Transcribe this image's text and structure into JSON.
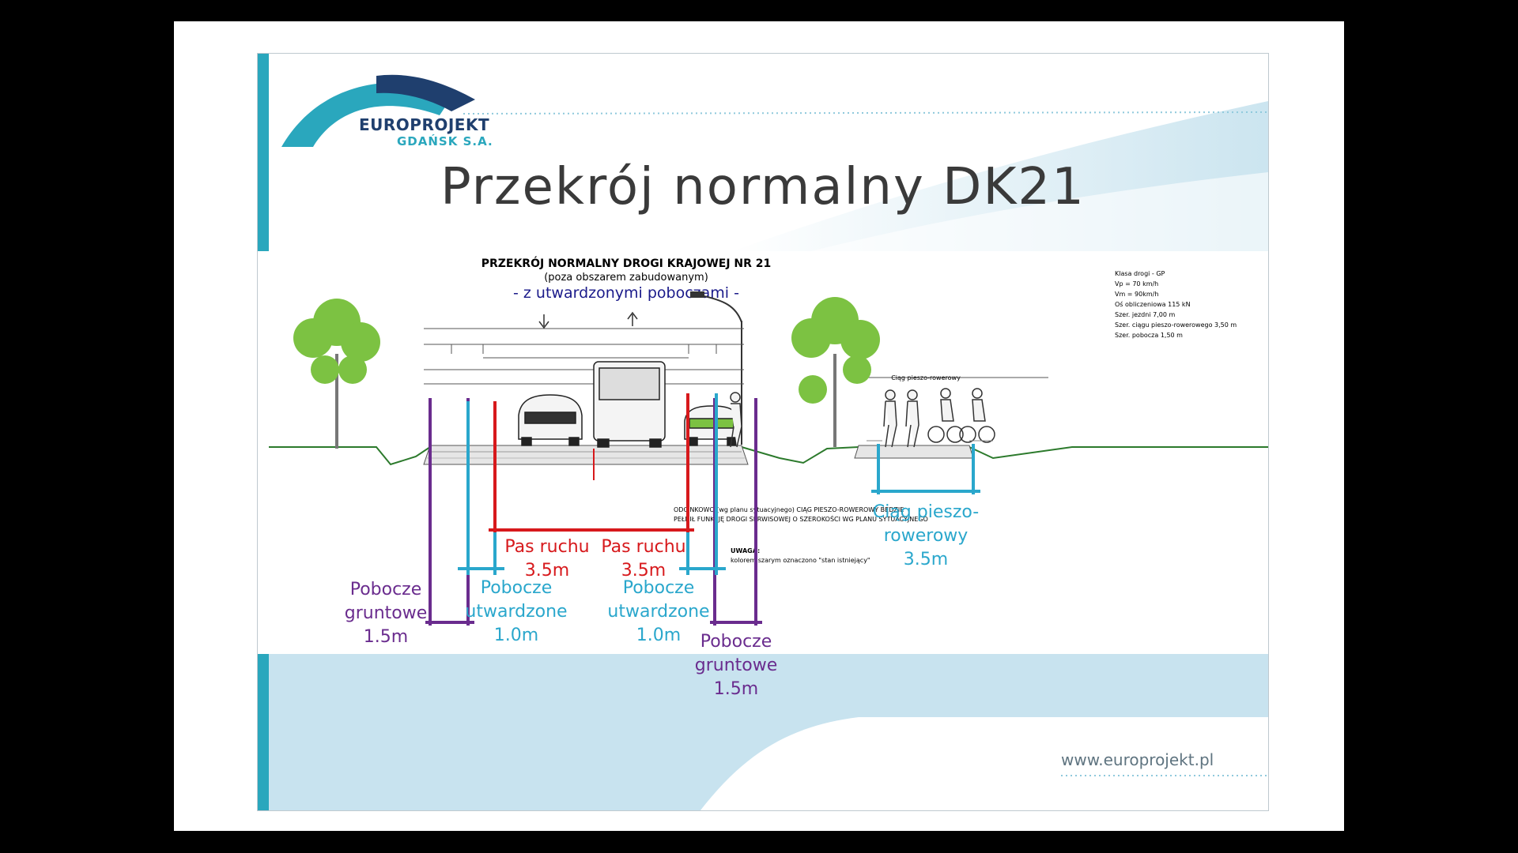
{
  "brand": {
    "name": "EUROPROJEKT",
    "subname": "GDAŃSK S.A."
  },
  "slide_title": "Przekrój normalny DK21",
  "drawing": {
    "title": "PRZEKRÓJ NORMALNY DROGI KRAJOWEJ NR 21",
    "subtitle_small": "(poza obszarem zabudowanym)",
    "subtitle": "- z utwardzonymi poboczami -",
    "class_info": [
      "Klasa drogi - GP",
      "Vp = 70 km/h",
      "Vm = 90km/h",
      "Oś obliczeniowa 115 kN",
      "Szer. jezdni 7,00 m",
      "Szer. ciągu pieszo-rowerowego 3,50 m",
      "Szer. pobocza 1,50 m"
    ],
    "notes": {
      "note_1": "ODCINKOWO (wg planu sytuacyjnego) CIĄG PIESZO-ROWEROWY BĘDZIE",
      "note_2": "PEŁNIŁ FUNKCJĘ DROGI SERWISOWEJ O SZEROKOŚCI WG PLANU SYTUACYJNEGO",
      "uwaga": "UWAGA:",
      "uwaga_text": "kolorem szarym oznaczono \"stan istniejący\"",
      "path_label": "Ciąg pieszo-rowerowy"
    }
  },
  "annotations": {
    "pas_ruchu_left": [
      "Pas ruchu",
      "3.5m"
    ],
    "pas_ruchu_right": [
      "Pas ruchu",
      "3.5m"
    ],
    "pobocze_utw_left": [
      "Pobocze",
      "utwardzone",
      "1.0m"
    ],
    "pobocze_utw_right": [
      "Pobocze",
      "utwardzone",
      "1.0m"
    ],
    "pobocze_grunt_left": [
      "Pobocze",
      "gruntowe",
      "1.5m"
    ],
    "pobocze_grunt_right": [
      "Pobocze",
      "gruntowe",
      "1.5m"
    ],
    "ciag": [
      "Ciąg pieszo-",
      "rowerowy",
      "3.5m"
    ]
  },
  "website": "www.europrojekt.pl",
  "colors": {
    "purple": "#6a2c8e",
    "cyan": "#2aa7cc",
    "red": "#d7191c",
    "band": "#c8e3ef",
    "tree": "#7cc242"
  }
}
